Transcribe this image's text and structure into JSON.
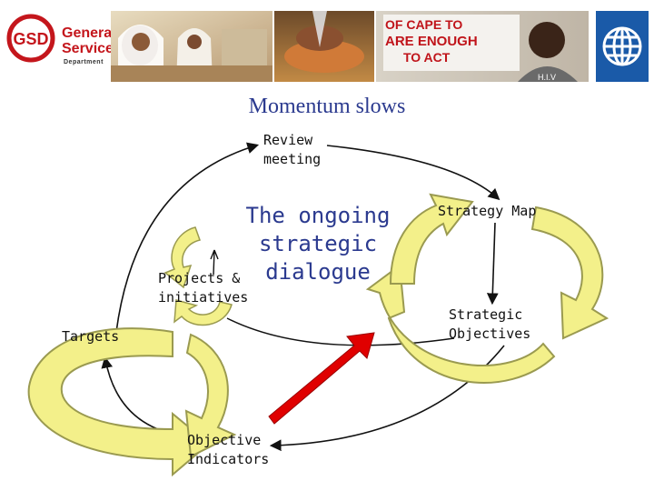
{
  "header": {
    "logo_line1": "General",
    "logo_line2": "Services",
    "logo_line3": "Department",
    "logo_mark": "GSD",
    "photo_sign_line1": "OF CAPE TO",
    "photo_sign_line2": "ARE ENOUGH",
    "photo_sign_line3": "TO ACT",
    "photo_sign_line4": "H.I.V"
  },
  "title": "Momentum slows",
  "diagram": {
    "center": "The ongoing\nstrategic\ndialogue",
    "nodes": {
      "review_meeting": "Review\nmeeting",
      "strategy_map": "Strategy Map",
      "strategic_objectives": "Strategic\nObjectives",
      "objective_indicators": "Objective\nIndicators",
      "targets": "Targets",
      "projects_initiatives": "Projects &\ninitiatives"
    }
  },
  "colors": {
    "arrow_fill": "#f3f08a",
    "arrow_stroke": "#9a9a50",
    "red_arrow": "#e00000",
    "title": "#2b3a8f",
    "brand_red": "#c4161c",
    "world_bank_blue": "#1a5aa8"
  },
  "icons": {
    "world_bank": "globe-icon"
  }
}
